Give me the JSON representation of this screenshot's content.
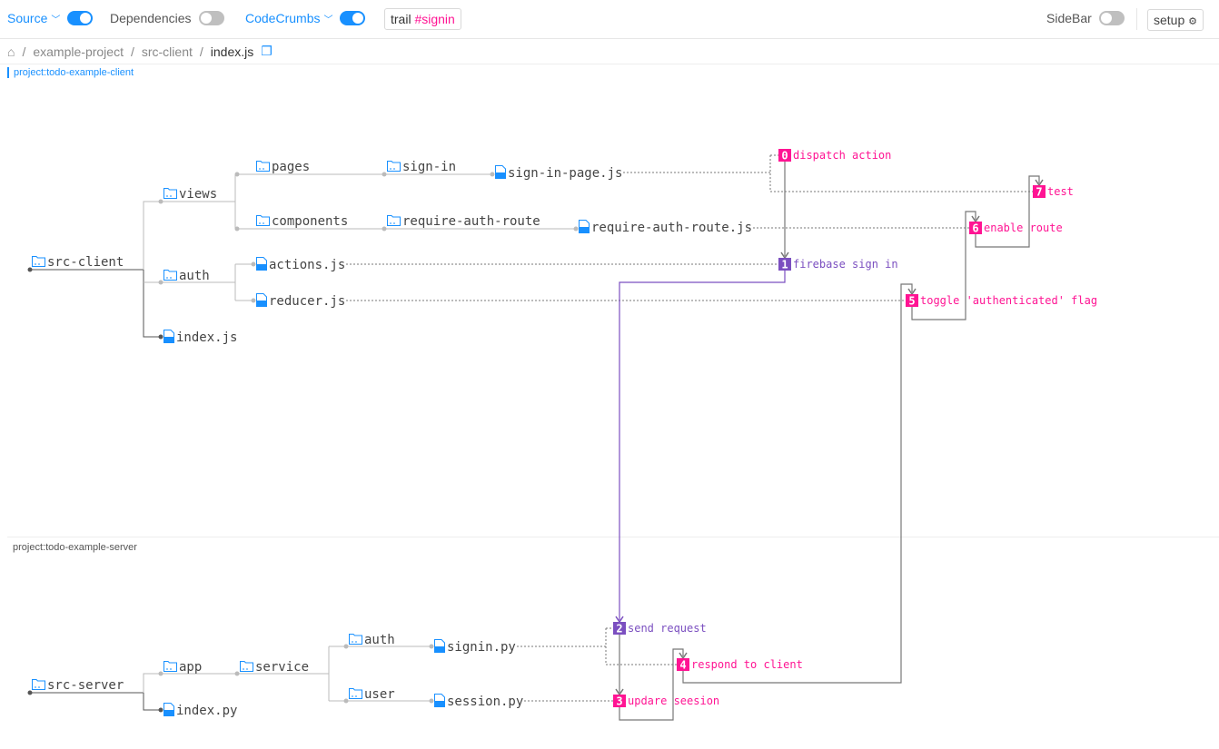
{
  "toolbar": {
    "source": "Source",
    "source_on": true,
    "dependencies": "Dependencies",
    "dependencies_on": false,
    "codecrumbs": "CodeCrumbs",
    "codecrumbs_on": true,
    "trail_prefix": "trail",
    "trail_name": "#signin",
    "sidebar": "SideBar",
    "sidebar_on": false,
    "setup": "setup"
  },
  "breadcrumb": [
    "example-project",
    "src-client",
    "index.js"
  ],
  "colors": {
    "accent": "#1890ff",
    "crumb": "#ff1493",
    "crumb_flow": "#7b4fc0",
    "line": "#777777"
  },
  "projects": [
    {
      "label": "project:todo-example-client",
      "nodes": [
        {
          "id": "src-client",
          "name": "src-client",
          "type": "folder"
        },
        {
          "id": "views",
          "name": "views",
          "type": "folder"
        },
        {
          "id": "pages",
          "name": "pages",
          "type": "folder"
        },
        {
          "id": "sign-in",
          "name": "sign-in",
          "type": "folder"
        },
        {
          "id": "sign-in-page",
          "name": "sign-in-page.js",
          "type": "js"
        },
        {
          "id": "components",
          "name": "components",
          "type": "folder"
        },
        {
          "id": "require-auth-route",
          "name": "require-auth-route",
          "type": "folder"
        },
        {
          "id": "require-auth-route-js",
          "name": "require-auth-route.js",
          "type": "js"
        },
        {
          "id": "auth",
          "name": "auth",
          "type": "folder"
        },
        {
          "id": "actions",
          "name": "actions.js",
          "type": "js"
        },
        {
          "id": "reducer",
          "name": "reducer.js",
          "type": "js"
        },
        {
          "id": "index-js",
          "name": "index.js",
          "type": "js"
        }
      ]
    },
    {
      "label": "project:todo-example-server",
      "nodes": [
        {
          "id": "src-server",
          "name": "src-server",
          "type": "folder"
        },
        {
          "id": "app",
          "name": "app",
          "type": "folder"
        },
        {
          "id": "service",
          "name": "service",
          "type": "folder"
        },
        {
          "id": "s-auth",
          "name": "auth",
          "type": "folder"
        },
        {
          "id": "signin-py",
          "name": "signin.py",
          "type": "py"
        },
        {
          "id": "user",
          "name": "user",
          "type": "folder"
        },
        {
          "id": "session-py",
          "name": "session.py",
          "type": "py"
        },
        {
          "id": "index-py",
          "name": "index.py",
          "type": "py"
        }
      ]
    }
  ],
  "trail": [
    {
      "step": "0",
      "label": "dispatch action",
      "flow": false
    },
    {
      "step": "1",
      "label": "firebase sign in",
      "flow": true
    },
    {
      "step": "2",
      "label": "send request",
      "flow": true
    },
    {
      "step": "3",
      "label": "updare seesion",
      "flow": false
    },
    {
      "step": "4",
      "label": "respond to client",
      "flow": false
    },
    {
      "step": "5",
      "label": "toggle 'authenticated' flag",
      "flow": false
    },
    {
      "step": "6",
      "label": "enable route",
      "flow": false
    },
    {
      "step": "7",
      "label": "test",
      "flow": false
    }
  ]
}
